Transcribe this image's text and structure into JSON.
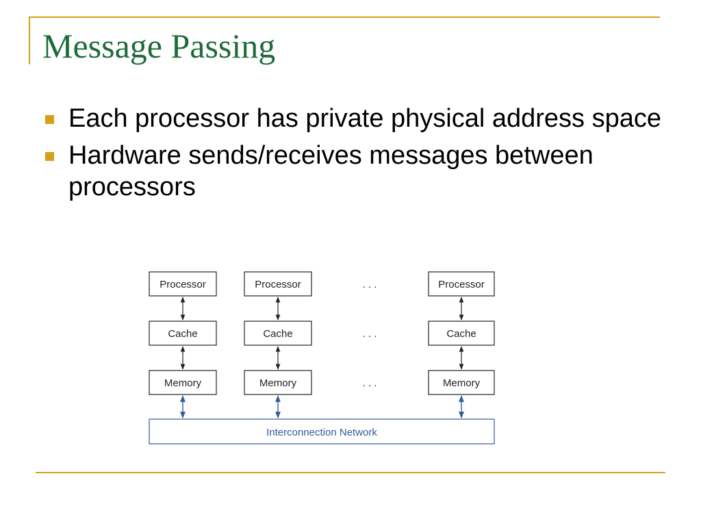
{
  "title": "Message Passing",
  "bullets": [
    "Each processor has private physical address space",
    "Hardware sends/receives messages between processors"
  ],
  "diagram": {
    "nodes": [
      {
        "processor": "Processor",
        "cache": "Cache",
        "memory": "Memory"
      },
      {
        "processor": "Processor",
        "cache": "Cache",
        "memory": "Memory"
      },
      {
        "processor": "Processor",
        "cache": "Cache",
        "memory": "Memory"
      }
    ],
    "ellipsis": ". . .",
    "network": "Interconnection Network"
  },
  "colors": {
    "title": "#1e6b3a",
    "accent": "#d4a017",
    "network": "#2f5c9a"
  }
}
